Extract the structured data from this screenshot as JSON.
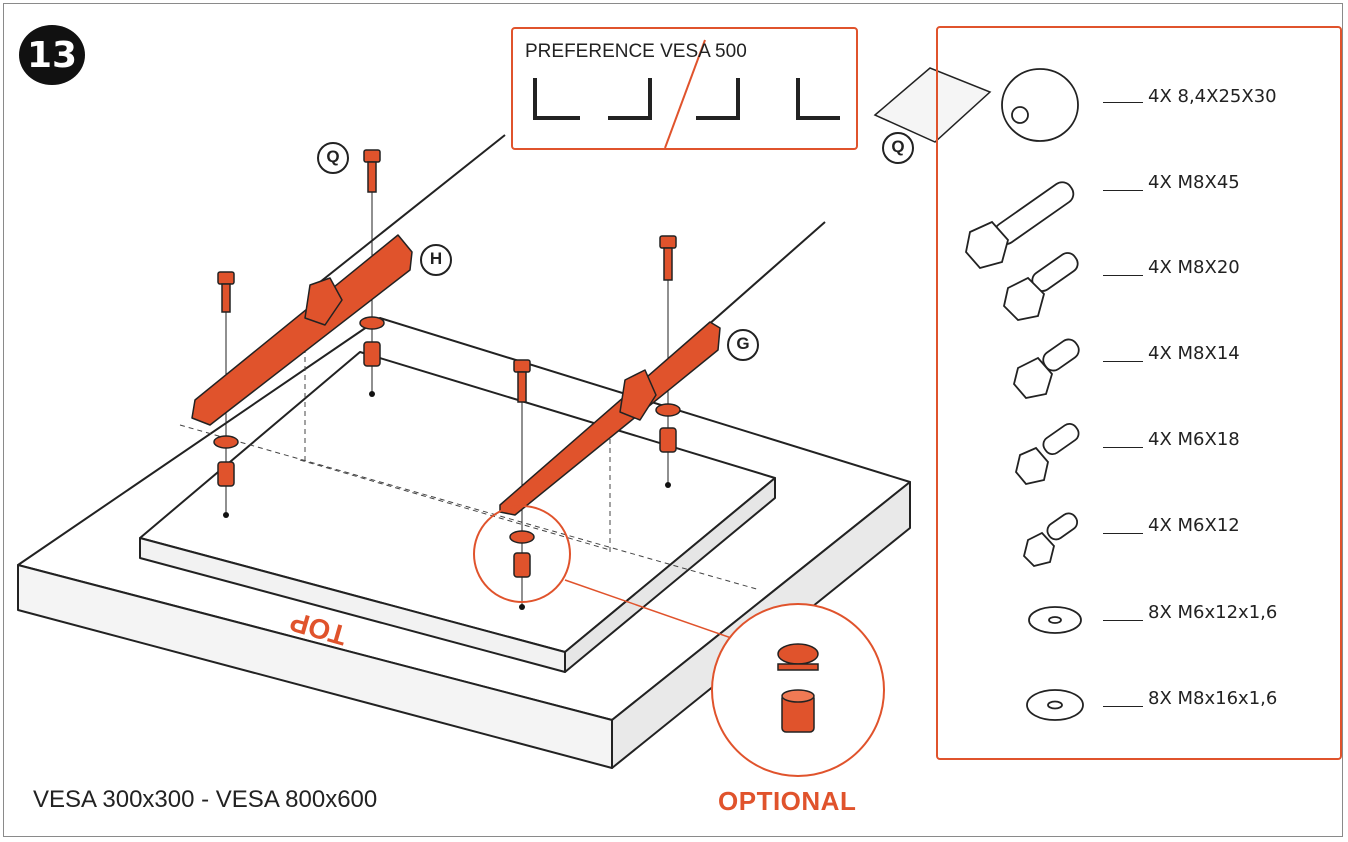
{
  "step": {
    "number": "13"
  },
  "preference": {
    "title": "PREFERENCE VESA 500"
  },
  "labels": {
    "q_top": "Q",
    "h": "H",
    "g": "G",
    "q_packet": "Q",
    "top": "TOP"
  },
  "parts": [
    {
      "label": "4X 8,4X25X30"
    },
    {
      "label": "4X M8X45"
    },
    {
      "label": "4X M8X20"
    },
    {
      "label": "4X M8X14"
    },
    {
      "label": "4X M6X18"
    },
    {
      "label": "4X M6X12"
    },
    {
      "label": "8X M6x12x1,6"
    },
    {
      "label": "8X M8x16x1,6"
    }
  ],
  "captions": {
    "vesa_range": "VESA 300x300 - VESA 800x600",
    "optional": "OPTIONAL"
  },
  "colors": {
    "accent": "#e0532c",
    "ink": "#222222"
  }
}
